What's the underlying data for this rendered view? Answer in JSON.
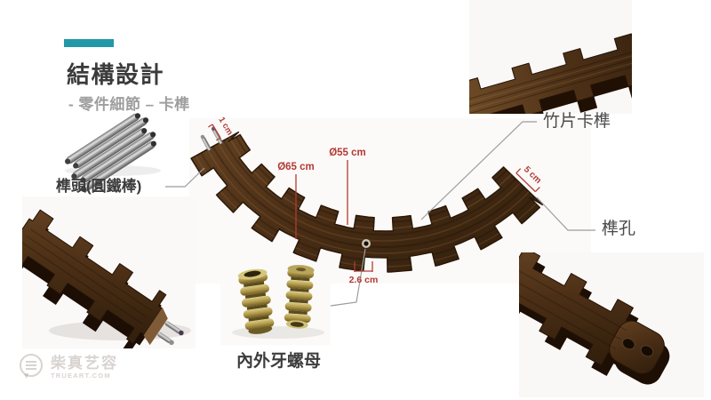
{
  "slide": {
    "title": "結構設計",
    "subtitle": "- 零件細節 – 卡榫"
  },
  "labels": {
    "rod": "榫頭(圓鐵棒)",
    "bamboo": "竹片卡榫",
    "hole": "榫孔",
    "nut": "內外牙螺母"
  },
  "measurements": {
    "pin_length": "1 cm",
    "outer_diameter": "Ø65 cm",
    "inner_diameter": "Ø55 cm",
    "neck_width": "2.6 cm",
    "end_width": "5 cm"
  },
  "colors": {
    "accent": "#2298A6",
    "measurement_red": "#B23A35",
    "wood_dark": "#35200D",
    "wood_light": "#6F4C28"
  },
  "watermark": {
    "name": "柴真艺容",
    "site": "TRUEART.COM"
  }
}
